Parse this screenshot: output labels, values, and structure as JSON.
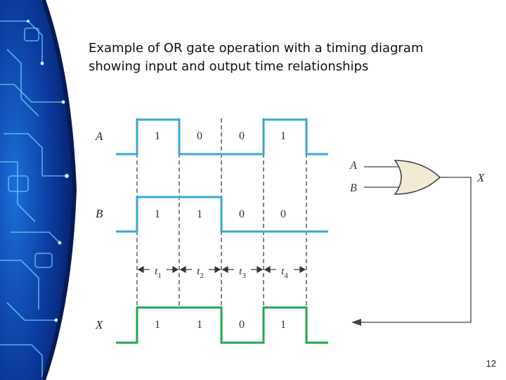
{
  "slide": {
    "title_line1": "Example of OR gate operation with a timing diagram",
    "title_line2": "showing input and output time relationships",
    "page_number": "12"
  },
  "diagram": {
    "signals": [
      {
        "name": "A",
        "values": [
          "1",
          "0",
          "0",
          "1"
        ]
      },
      {
        "name": "B",
        "values": [
          "1",
          "1",
          "0",
          "0"
        ]
      },
      {
        "name": "X",
        "values": [
          "1",
          "1",
          "0",
          "1"
        ]
      }
    ],
    "intervals": [
      {
        "t": "t",
        "sub": "1"
      },
      {
        "t": "t",
        "sub": "2"
      },
      {
        "t": "t",
        "sub": "3"
      },
      {
        "t": "t",
        "sub": "4"
      }
    ],
    "gate": {
      "input_a": "A",
      "input_b": "B",
      "output": "X"
    },
    "colors": {
      "input_waveform": "#3aa6d6",
      "output_waveform": "#1fa84e",
      "gate_fill": "#f3ead6",
      "background_art": "#0a2a7a"
    }
  }
}
